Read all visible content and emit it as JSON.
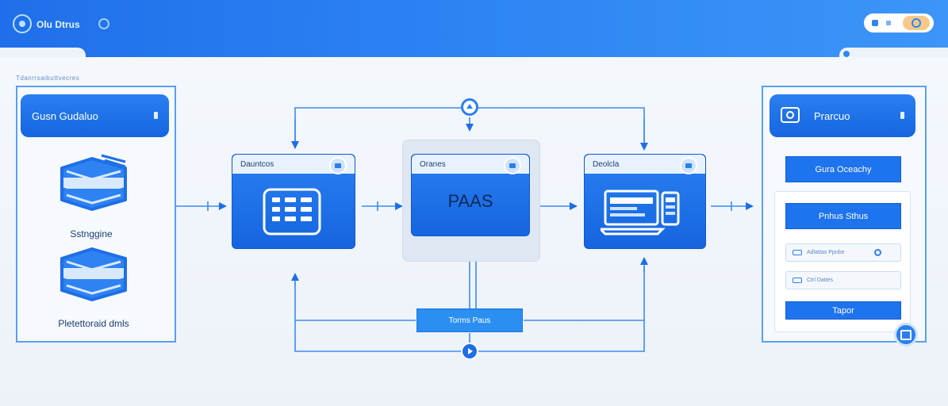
{
  "header": {
    "app_title": "Olu Dtrus",
    "logo_icon": "gear-icon",
    "colors": {
      "primary": "#1f6fea",
      "accent": "#2f86f4",
      "toggle": "#f6c98a"
    }
  },
  "diagram": {
    "section_caption": "Tdanrrsaibuttvecres",
    "left_panel": {
      "header": "Gusn Gudaluo",
      "items": [
        {
          "label": "Sstnggine",
          "icon": "storage-stack-icon"
        },
        {
          "label": "Pletettoraid dmls",
          "icon": "storage-stack-icon"
        }
      ]
    },
    "modules": [
      {
        "title": "Dauntcos",
        "icon": "table-grid-icon"
      },
      {
        "title": "Oranes",
        "center_label": "PAAS",
        "icon": "platform-icon"
      },
      {
        "title": "Deolcla",
        "icon": "monitor-icon"
      }
    ],
    "bottom_node": {
      "label": "Torms Paus"
    },
    "top_node_icon": "pin-icon",
    "bottom_node_icon": "play-icon",
    "right_panel": {
      "header": "Prarcuo",
      "buttons": [
        "Gura Oceachy",
        "Pnhus Sthus",
        "Tapor"
      ],
      "fields": [
        "Adlattas Ppnbe",
        "Ctrl Dattes"
      ],
      "badge_icon": "lock-icon"
    }
  }
}
